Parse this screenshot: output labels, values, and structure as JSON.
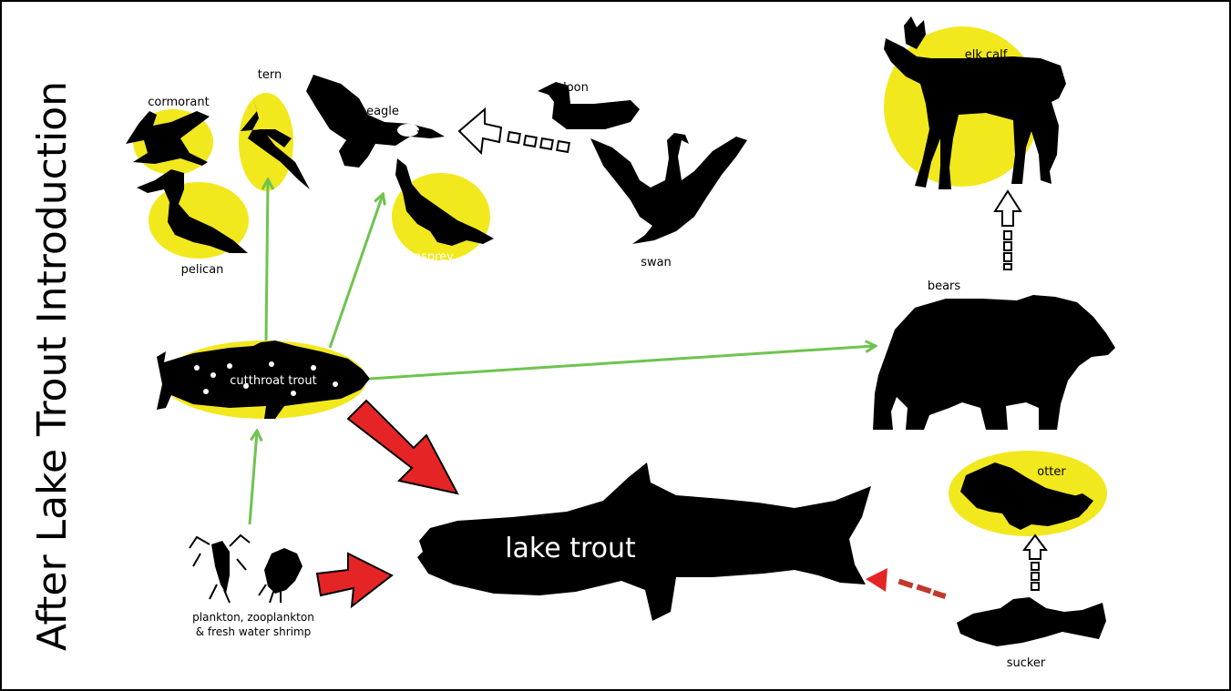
{
  "title": "After Lake Trout Introduction",
  "colors": {
    "highlight": "#f2e81e",
    "positive_arrow": "#6fc34f",
    "negative_arrow": "#e52525",
    "silhouette": "#000000"
  },
  "organisms": {
    "cormorant": "cormorant",
    "tern": "tern",
    "eagle": "eagle",
    "loon": "loon",
    "elk_calf": "elk calf",
    "pelican": "pelican",
    "osprey": "osprey",
    "swan": "swan",
    "bears": "bears",
    "cutthroat_trout": "cutthroat trout",
    "otter": "otter",
    "lake_trout": "lake trout",
    "plankton_line1": "plankton, zooplankton",
    "plankton_line2": "& fresh water shrimp",
    "sucker": "sucker"
  },
  "icons": [
    "cormorant-icon",
    "tern-icon",
    "eagle-icon",
    "loon-icon",
    "swan-icon",
    "elk-icon",
    "pelican-icon",
    "osprey-icon",
    "bear-icon",
    "cutthroat-trout-icon",
    "lake-trout-icon",
    "otter-icon",
    "sucker-icon",
    "plankton-icon",
    "shrimp-icon"
  ]
}
